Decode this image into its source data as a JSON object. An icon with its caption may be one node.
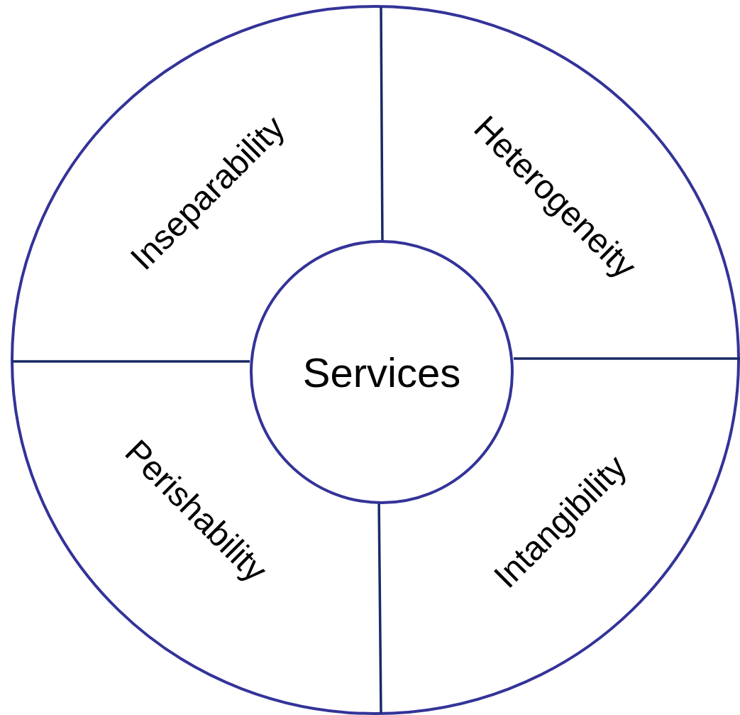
{
  "diagram": {
    "nodes": [
      {
        "text": [
          "Inseparability"
        ]
      },
      {
        "text": [
          "Heterogeneity"
        ]
      },
      {
        "text": [
          "Services"
        ]
      },
      {
        "text": [
          "Perishability"
        ]
      },
      {
        "text": [
          "Intangibility"
        ]
      }
    ]
  }
}
